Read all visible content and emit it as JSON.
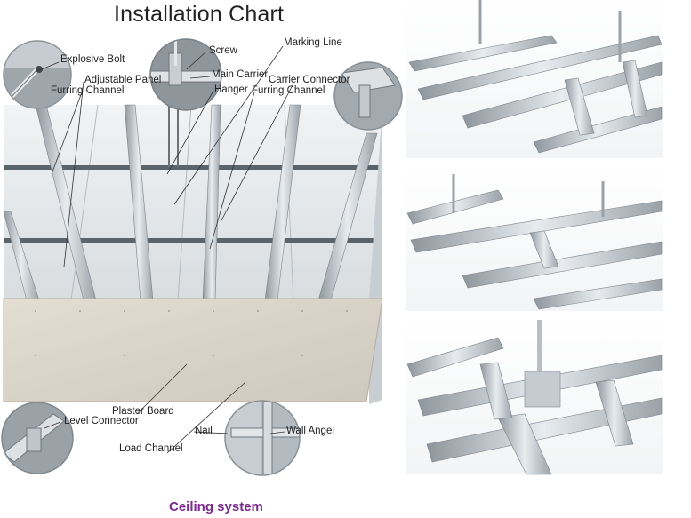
{
  "diagram": {
    "title": "Installation Chart",
    "labels": {
      "explosive_bolt": "Explosive Bolt",
      "adjustable_panel": "Adjustable Panel",
      "furring_channel_left": "Furring Channel",
      "screw": "Screw",
      "main_carrier": "Main Carrier",
      "hanger": "Hanger",
      "marking_line": "Marking Line",
      "carrier_connector": "Carrier Connector",
      "furring_channel_right": "Furring Channel",
      "level_connector": "Level Connector",
      "plaster_board": "Plaster Board",
      "nail": "Nail",
      "wall_angel": "Wall Angel",
      "load_channel": "Load Channel"
    }
  },
  "caption": "Ceiling system",
  "colors": {
    "caption": "#7a2a8c",
    "board": "#dcd6cc",
    "metal": "#b9c0c6",
    "ceiling": "#e6e9eb"
  }
}
